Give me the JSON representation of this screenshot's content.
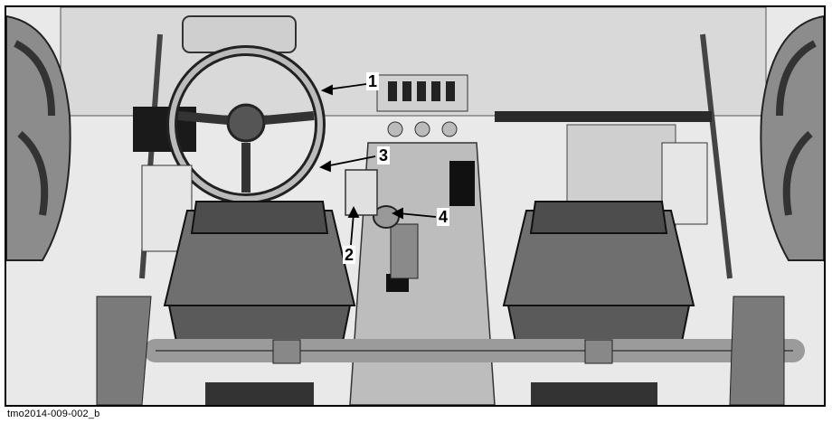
{
  "figure": {
    "caption": "tmo2014-009-002_b",
    "callouts": [
      {
        "number": "1"
      },
      {
        "number": "2"
      },
      {
        "number": "3"
      },
      {
        "number": "4"
      }
    ]
  }
}
